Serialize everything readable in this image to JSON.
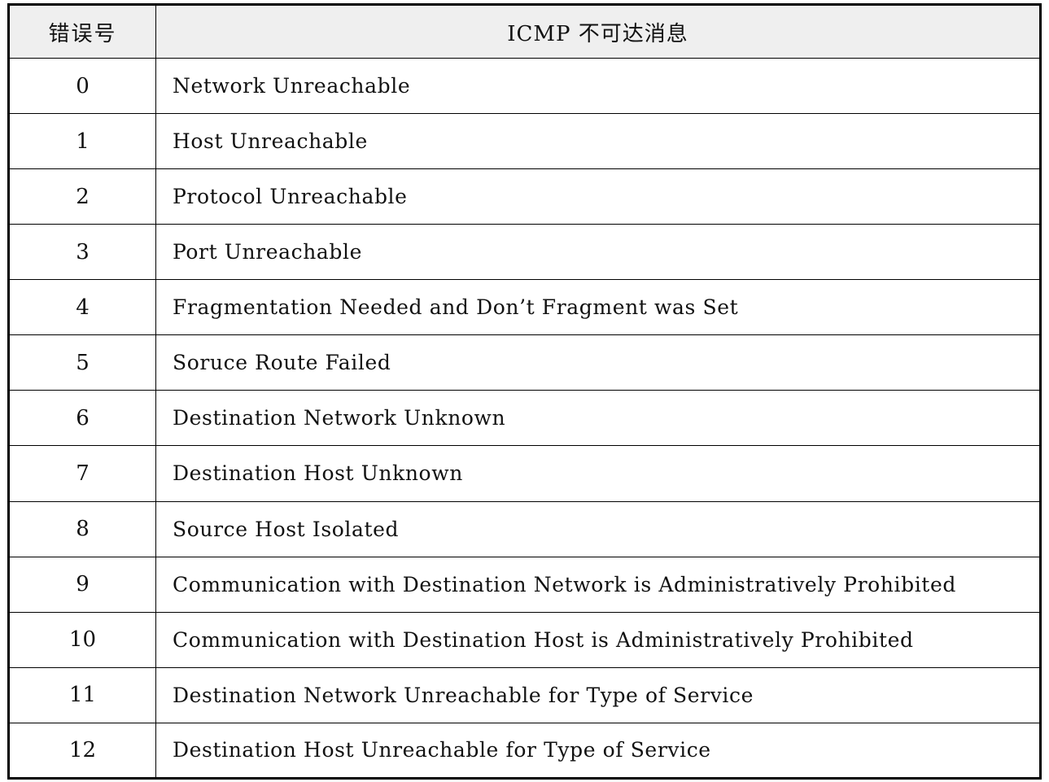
{
  "table": {
    "headers": {
      "code": "错误号",
      "message": "ICMP 不可达消息"
    },
    "rows": [
      {
        "code": "0",
        "message": "Network Unreachable"
      },
      {
        "code": "1",
        "message": "Host Unreachable"
      },
      {
        "code": "2",
        "message": "Protocol Unreachable"
      },
      {
        "code": "3",
        "message": "Port Unreachable"
      },
      {
        "code": "4",
        "message": "Fragmentation Needed and Don’t Fragment was Set"
      },
      {
        "code": "5",
        "message": "Soruce Route Failed"
      },
      {
        "code": "6",
        "message": "Destination Network Unknown"
      },
      {
        "code": "7",
        "message": "Destination Host Unknown"
      },
      {
        "code": "8",
        "message": "Source Host Isolated"
      },
      {
        "code": "9",
        "message": "Communication with Destination Network is Administratively Prohibited"
      },
      {
        "code": "10",
        "message": "Communication with Destination Host is Administratively Prohibited"
      },
      {
        "code": "11",
        "message": "Destination Network Unreachable for Type of Service"
      },
      {
        "code": "12",
        "message": "Destination Host Unreachable for Type of Service"
      }
    ]
  }
}
